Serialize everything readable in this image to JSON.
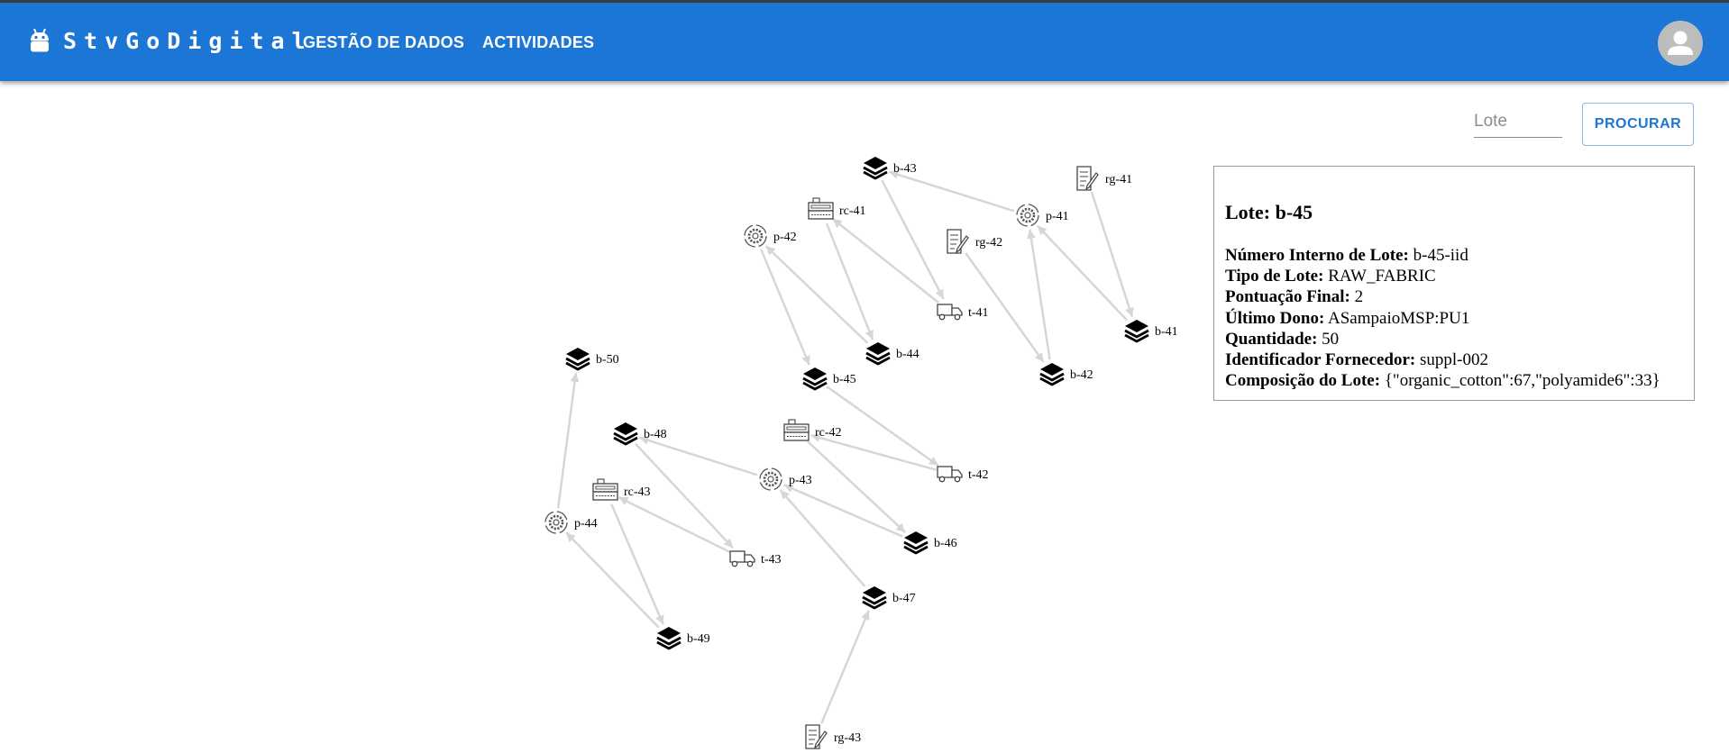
{
  "app": {
    "brand": "StvGoDigital",
    "nav": [
      {
        "label": "GESTÃO DE DADOS"
      },
      {
        "label": "ACTIVIDADES"
      }
    ]
  },
  "search": {
    "placeholder": "Lote",
    "value": "",
    "button_label": "PROCURAR"
  },
  "graph": {
    "nodes": [
      {
        "id": "b-43",
        "type": "batch"
      },
      {
        "id": "rg-41",
        "type": "registration"
      },
      {
        "id": "rc-41",
        "type": "reception"
      },
      {
        "id": "p-41",
        "type": "process"
      },
      {
        "id": "p-42",
        "type": "process"
      },
      {
        "id": "rg-42",
        "type": "registration"
      },
      {
        "id": "t-41",
        "type": "transport"
      },
      {
        "id": "b-41",
        "type": "batch"
      },
      {
        "id": "b-44",
        "type": "batch"
      },
      {
        "id": "b-42",
        "type": "batch"
      },
      {
        "id": "b-50",
        "type": "batch"
      },
      {
        "id": "b-45",
        "type": "batch"
      },
      {
        "id": "b-48",
        "type": "batch"
      },
      {
        "id": "rc-42",
        "type": "reception"
      },
      {
        "id": "t-42",
        "type": "transport"
      },
      {
        "id": "p-43",
        "type": "process"
      },
      {
        "id": "rc-43",
        "type": "reception"
      },
      {
        "id": "p-44",
        "type": "process"
      },
      {
        "id": "b-46",
        "type": "batch"
      },
      {
        "id": "t-43",
        "type": "transport"
      },
      {
        "id": "b-47",
        "type": "batch"
      },
      {
        "id": "b-49",
        "type": "batch"
      },
      {
        "id": "rg-43",
        "type": "registration"
      }
    ],
    "edges": [
      {
        "from": "p-41",
        "to": "b-43"
      },
      {
        "from": "b-43",
        "to": "t-41"
      },
      {
        "from": "t-41",
        "to": "rc-41"
      },
      {
        "from": "rc-41",
        "to": "b-44"
      },
      {
        "from": "b-44",
        "to": "p-42"
      },
      {
        "from": "p-42",
        "to": "b-45"
      },
      {
        "from": "b-45",
        "to": "t-42"
      },
      {
        "from": "t-42",
        "to": "rc-42"
      },
      {
        "from": "rc-42",
        "to": "b-46"
      },
      {
        "from": "b-46",
        "to": "p-43"
      },
      {
        "from": "b-47",
        "to": "p-43"
      },
      {
        "from": "rg-43",
        "to": "b-47"
      },
      {
        "from": "p-43",
        "to": "b-48"
      },
      {
        "from": "b-48",
        "to": "t-43"
      },
      {
        "from": "t-43",
        "to": "rc-43"
      },
      {
        "from": "rc-43",
        "to": "b-49"
      },
      {
        "from": "b-49",
        "to": "p-44"
      },
      {
        "from": "p-44",
        "to": "b-50"
      },
      {
        "from": "rg-41",
        "to": "b-41"
      },
      {
        "from": "b-41",
        "to": "p-41"
      },
      {
        "from": "rg-42",
        "to": "b-42"
      },
      {
        "from": "b-42",
        "to": "p-41"
      }
    ],
    "edge_color": "#d6d6d6"
  },
  "panel": {
    "title": "Lote: b-45",
    "rows": [
      {
        "label": "Número Interno de Lote:",
        "value": "b-45-iid"
      },
      {
        "label": "Tipo de Lote:",
        "value": "RAW_FABRIC"
      },
      {
        "label": "Pontuação Final:",
        "value": "2"
      },
      {
        "label": "Último Dono:",
        "value": "ASampaioMSP:PU1"
      },
      {
        "label": "Quantidade:",
        "value": "50"
      },
      {
        "label": "Identificador Fornecedor:",
        "value": "suppl-002"
      },
      {
        "label": "Composição do Lote:",
        "value": "{\"organic_cotton\":67,\"polyamide6\":33}"
      }
    ]
  },
  "colors": {
    "appbar": "#1c76d6",
    "accent": "#1c76d6",
    "avatar_bg": "#bdbdbd"
  }
}
